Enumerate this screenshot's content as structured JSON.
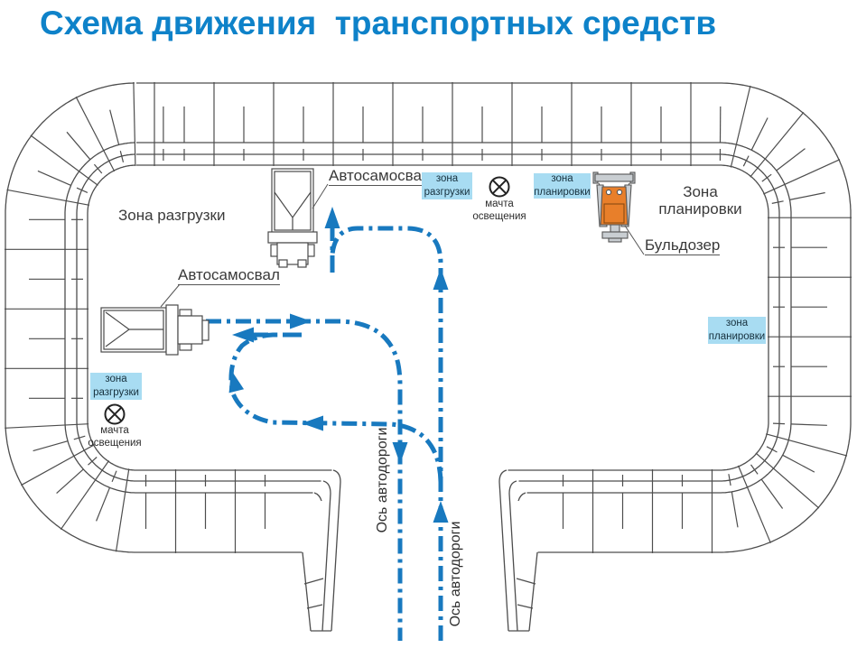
{
  "title": "Схема движения  транспортных средств",
  "zones": {
    "unloading_large": "Зона разгрузки",
    "planning_large": {
      "line1": "Зона",
      "line2": "планировки"
    }
  },
  "vehicles": {
    "dump_truck_top": "Автосамосвал",
    "dump_truck_left": "Автосамосвал",
    "bulldozer": "Бульдозер"
  },
  "badges": {
    "unload_top": {
      "line1": "зона",
      "line2": "разгрузки"
    },
    "plan_top": {
      "line1": "зона",
      "line2": "планировки"
    },
    "plan_right": {
      "line1": "зона",
      "line2": "планировки"
    },
    "unload_left": {
      "line1": "зона",
      "line2": "разгрузки"
    }
  },
  "masts": {
    "top": {
      "line1": "мачта",
      "line2": "освещения"
    },
    "left": {
      "line1": "мачта",
      "line2": "освещения"
    }
  },
  "road_axes": {
    "left": "Ось автодороги",
    "right": "Ось автодороги"
  },
  "colors": {
    "title": "#0e82c9",
    "path_blue": "#1879bf",
    "badge_bg": "#a8dcf2",
    "badge_text": "#16303d",
    "bulldozer_orange": "#e87f2a",
    "machine_gray": "#c9ced2",
    "berm_line": "#4d4d4d",
    "label_text": "#3a3a3a"
  }
}
